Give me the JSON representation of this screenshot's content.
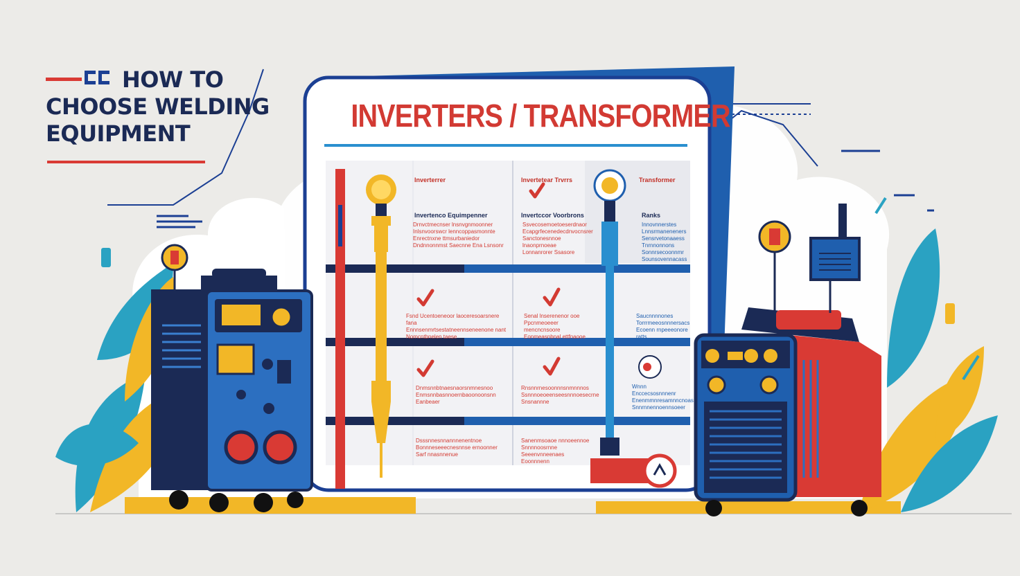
{
  "headline": {
    "line1": "HOW TO",
    "line2": "CHOOSE WELDING",
    "line3": "EQUIPMENT"
  },
  "board": {
    "title": "INVERTERS / TRANSFORMER",
    "col_heads": [
      "Inverterrer",
      "Invertetear Trvrrs",
      "Transformer"
    ],
    "sub_heads": [
      "Invertenco Equimpenner",
      "Invertccor Voorbrons",
      "Ranks"
    ],
    "rows": [
      {
        "left": [
          "Drnvctmecnser lnsnvgnmoonner",
          "Inlsnvoorswcr lenncoppasmonnte",
          "Enrectnxne ttmsurbaniedor",
          "Dndnnonnmst Saecnne Ena Lsnsonr"
        ],
        "mid": [
          "Ssvecosemoetoeserdnaor",
          "Ecapgrfecenedecdnvocnsrer",
          "Sanctonesnnoe lnaonprnoeae",
          "Lonnanrorer Ssasore"
        ],
        "right": [
          "Innovnnerstes",
          "Lnnsrmaneneners",
          "Sensrvetonaaess",
          "Tnrnnonnons",
          "Sonnrsecoonnmr",
          "Sounsovennacass"
        ]
      },
      {
        "left": [
          "Fsnd Ucentoeneoor laoceresoarsnere fana",
          "Ennnsenmrtsestatneennseneenone nant",
          "Nomcntbnelen taese"
        ],
        "mid": [
          "Senal lnserenenor ooe",
          "Ppcnmeoeeer mencncnsoore",
          "Eonmeasnbnal ettfnaooe"
        ],
        "right": [
          "Saucnnnnones",
          "Torrrmeeosnnnersacs",
          "Ecoenn rnpeeeonore ratts"
        ]
      },
      {
        "left": [
          "Dnmsnnbtnaesnaorsnmnesnoo",
          "Enmsnnbasnnoernbaoonoonsnn",
          "Eanbeaer"
        ],
        "mid": [
          "Rnsnnrnesoonnnsnmnnnos",
          "Ssnnnoeoeenseesnnnoesecrne",
          "Snsnannne"
        ],
        "right": [
          "Wnnn Enccecsosnnnenr",
          "Enenmmnresamnncnoas",
          "Snnrnnennoennsoeer"
        ]
      },
      {
        "left": [
          "Dsssnnesnnannnenentnoe",
          "Bonnneseeecnesnnse ernoonner",
          "Sarf nnasnnenue"
        ],
        "mid": [
          "Sanenmsoaoe nnnoeennoe",
          "Snnnnoosrnne Seeenvnneenaes",
          "Eoonnnenn"
        ],
        "right": []
      }
    ]
  },
  "colors": {
    "navy": "#1b2a55",
    "blue": "#1f5fae",
    "red": "#d93a34",
    "yellow": "#f2b727",
    "teal": "#2aa2c2",
    "paper": "#ffffff"
  }
}
